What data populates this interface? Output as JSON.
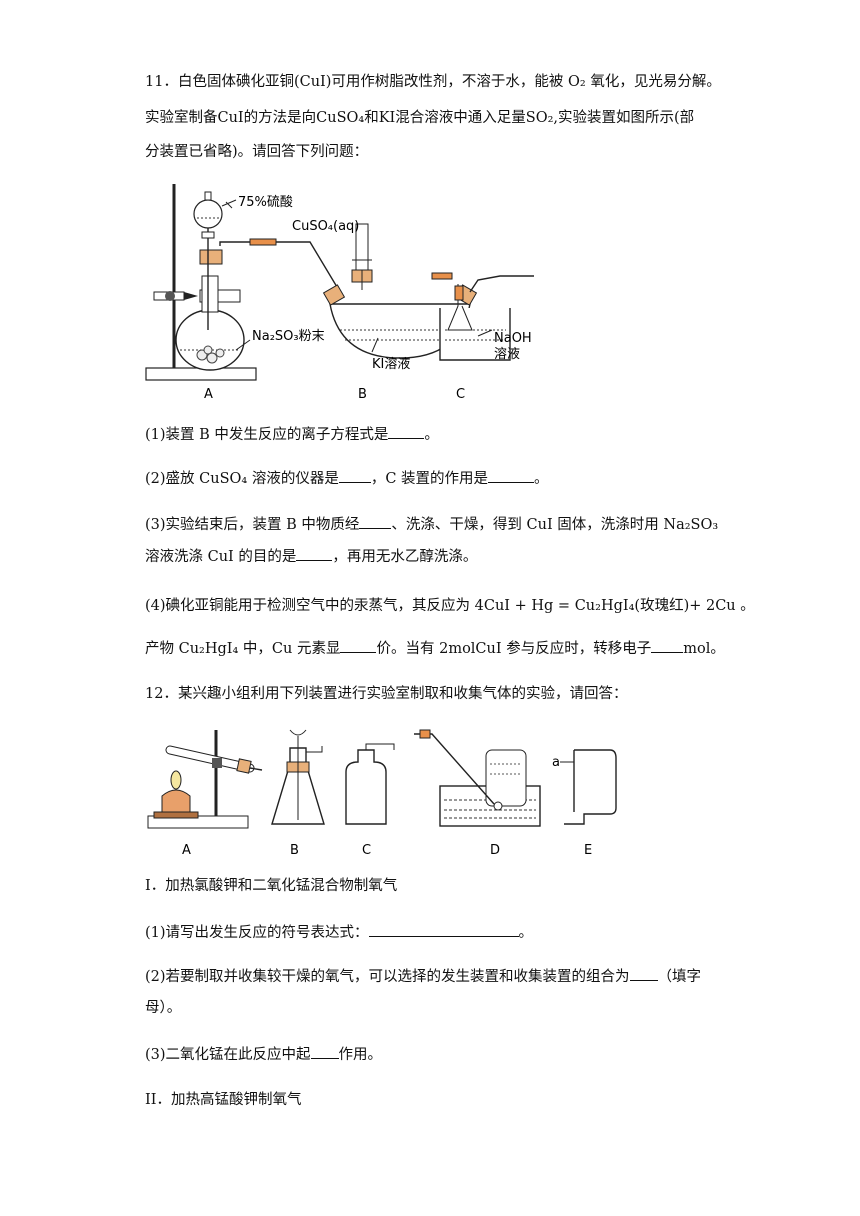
{
  "q11": {
    "stem_line1": "11．白色固体碘化亚铜(CuI)可用作树脂改性剂，不溶于水，能被 O₂ 氧化，见光易分解。",
    "stem_line2": "实验室制备CuI的方法是向CuSO₄和KI混合溶液中通入足量SO₂,实验装置如图所示(部",
    "stem_line3": "分装置已省略)。请回答下列问题：",
    "figure": {
      "label_acid": "75%硫酸",
      "label_cuso4": "CuSO₄(aq)",
      "label_na2so3": "Na₂SO₃粉末",
      "label_ki": "KI溶液",
      "label_naoh_1": "NaOH",
      "label_naoh_2": "溶液",
      "label_a": "A",
      "label_b": "B",
      "label_c": "C"
    },
    "p1_a": "(1)装置 B 中发生反应的离子方程式是",
    "p1_b": "。",
    "p2_a": "(2)盛放 CuSO₄ 溶液的仪器是",
    "p2_b": "，C 装置的作用是",
    "p2_c": "。",
    "p3_a": "(3)实验结束后，装置 B 中物质经",
    "p3_b": "、洗涤、干燥，得到 CuI 固体，洗涤时用 Na₂SO₃",
    "p3_line2_a": "溶液洗涤 CuI 的目的是",
    "p3_line2_b": "，再用无水乙醇洗涤。",
    "p4_a": "(4)碘化亚铜能用于检测空气中的汞蒸气，其反应为 4CuI + Hg = Cu₂HgI₄(玫瑰红)+ 2Cu 。",
    "p4_line2_a": "产物 Cu₂HgI₄ 中，Cu 元素显",
    "p4_line2_b": "价。当有 2molCuI 参与反应时，转移电子",
    "p4_line2_c": "mol。"
  },
  "q12": {
    "stem": "12．某兴趣小组利用下列装置进行实验室制取和收集气体的实验，请回答：",
    "figure": {
      "label_a": "A",
      "label_b": "B",
      "label_c": "C",
      "label_d": "D",
      "label_e": "E",
      "label_port_a": "a"
    },
    "part1_title": "I．加热氯酸钾和二氧化锰混合物制氧气",
    "p1_a": "(1)请写出发生反应的符号表达式：",
    "p1_b": "。",
    "p2_a": "(2)若要制取并收集较干燥的氧气，可以选择的发生装置和收集装置的组合为",
    "p2_b": "（填字",
    "p2_line2": "母）。",
    "p3_a": "(3)二氧化锰在此反应中起",
    "p3_b": "作用。",
    "part2_title": "II．加热高锰酸钾制氧气"
  }
}
